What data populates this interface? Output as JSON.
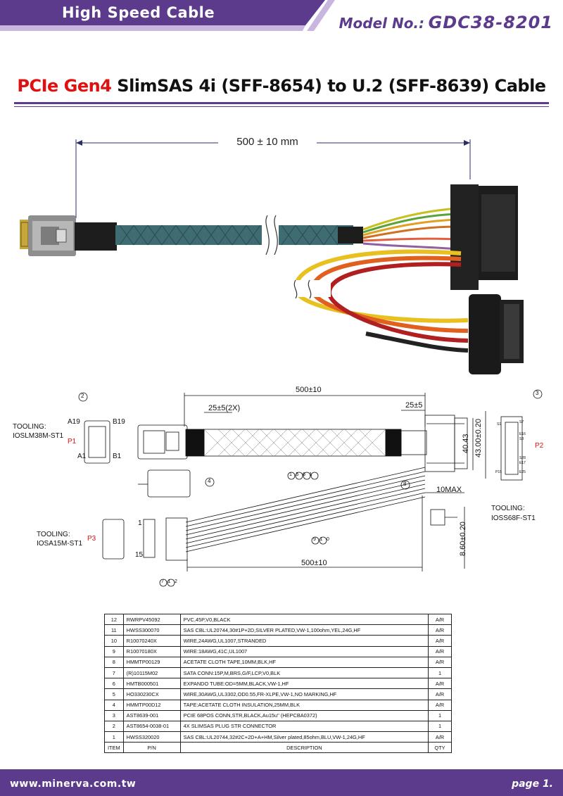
{
  "header": {
    "category": "High Speed Cable",
    "model_label": "Model No.:",
    "model_value": "GDC38-8201",
    "brand_color": "#5c3a8c"
  },
  "title": {
    "highlight": "PCIe Gen4",
    "rest": "SlimSAS 4i (SFF-8654) to U.2 (SFF-8639) Cable",
    "highlight_color": "#e01010"
  },
  "photo": {
    "length_label": "500 ± 10 mm"
  },
  "drawing": {
    "total_length": "500±10",
    "boot_left": "25±5(2X)",
    "boot_right": "25±5",
    "sata_length": "500±10",
    "p2_width": "43.00±0.20",
    "p2_inner": "40.43",
    "sata_height": "8.60±0.20",
    "max_len": "10MAX",
    "p1_label": "P1",
    "p2_label": "P2",
    "p3_label": "P3",
    "tooling_p1_label": "TOOLING:",
    "tooling_p1_value": "IOSLM38M-ST1",
    "tooling_p2_label": "TOOLING:",
    "tooling_p2_value": "IOSS68F-ST1",
    "tooling_p3_label": "TOOLING:",
    "tooling_p3_value": "IOSA15M-ST1",
    "pin_a19": "A19",
    "pin_b19": "B19",
    "pin_a1": "A1",
    "pin_b1": "B1",
    "sata_pin_1": "1",
    "sata_pin_15": "15",
    "p2_pins": [
      "S1",
      "S7",
      "E16",
      "S8",
      "S28",
      "E17",
      "P15",
      "E25"
    ],
    "callouts": {
      "c2": "2",
      "c3": "3",
      "c4": "4",
      "c1561": "1561",
      "c8": "8",
      "c910": "910",
      "c712": "712"
    }
  },
  "bom": {
    "rows": [
      {
        "item": "12",
        "pn": "RWRPV45092",
        "desc": "PVC,45P,V0,BLACK",
        "qty": "A/R"
      },
      {
        "item": "11",
        "pn": "HWSS300070",
        "desc": "SAS CBL:UL20744,30#1P+2D,SILVER PLATED,VW-1,100ohm,YEL,24G,HF",
        "qty": "A/R"
      },
      {
        "item": "10",
        "pn": "R10070240X",
        "desc": "WIRE,24AWG,UL1007,STRANDED",
        "qty": "A/R"
      },
      {
        "item": "9",
        "pn": "R10070180X",
        "desc": "WIRE:18AWG,41C,UL1007",
        "qty": "A/R"
      },
      {
        "item": "8",
        "pn": "HMMTP00129",
        "desc": "ACETATE CLOTH TAPE,10MM,BLK,HF",
        "qty": "A/R"
      },
      {
        "item": "7",
        "pn": "(R)10115M02",
        "desc": "SATA CONN:15P,M,BRS,G/F,LCP,V0,BLK",
        "qty": "1"
      },
      {
        "item": "6",
        "pn": "HMTB000501",
        "desc": "EXPANDO TUBE:OD=5MM,BLACK,VW-1,HF",
        "qty": "A/R"
      },
      {
        "item": "5",
        "pn": "HO330230CX",
        "desc": "WIRE,30AWG,UL3302,OD0.55,FR-XLPE,VW-1,NO MARKING,HF",
        "qty": "A/R"
      },
      {
        "item": "4",
        "pn": "HMMTP00D12",
        "desc": "TAPE:ACETATE CLOTH INSULATION,25MM,BLK",
        "qty": "A/R"
      },
      {
        "item": "3",
        "pn": "AST8639-001",
        "desc": "PCIE 68POS CONN,STR,BLACK,Au15u\" (HEPCBA0372)",
        "qty": "1"
      },
      {
        "item": "2",
        "pn": "AST8654-0038-01",
        "desc": "4X SLIMSAS PLUG STR CONNECTOR",
        "qty": "1"
      },
      {
        "item": "1",
        "pn": "HWSS320020",
        "desc": "SAS CBL:UL20744,32#2C+2D+A+HM,Silver plated,85ohm,BLU,VW-1,24G,HF",
        "qty": "A/R"
      }
    ],
    "headers": {
      "item": "ITEM",
      "pn": "P/N",
      "desc": "DESCRIPTION",
      "qty": "QTY"
    }
  },
  "footer": {
    "website": "www.minerva.com.tw",
    "page": "page 1."
  }
}
